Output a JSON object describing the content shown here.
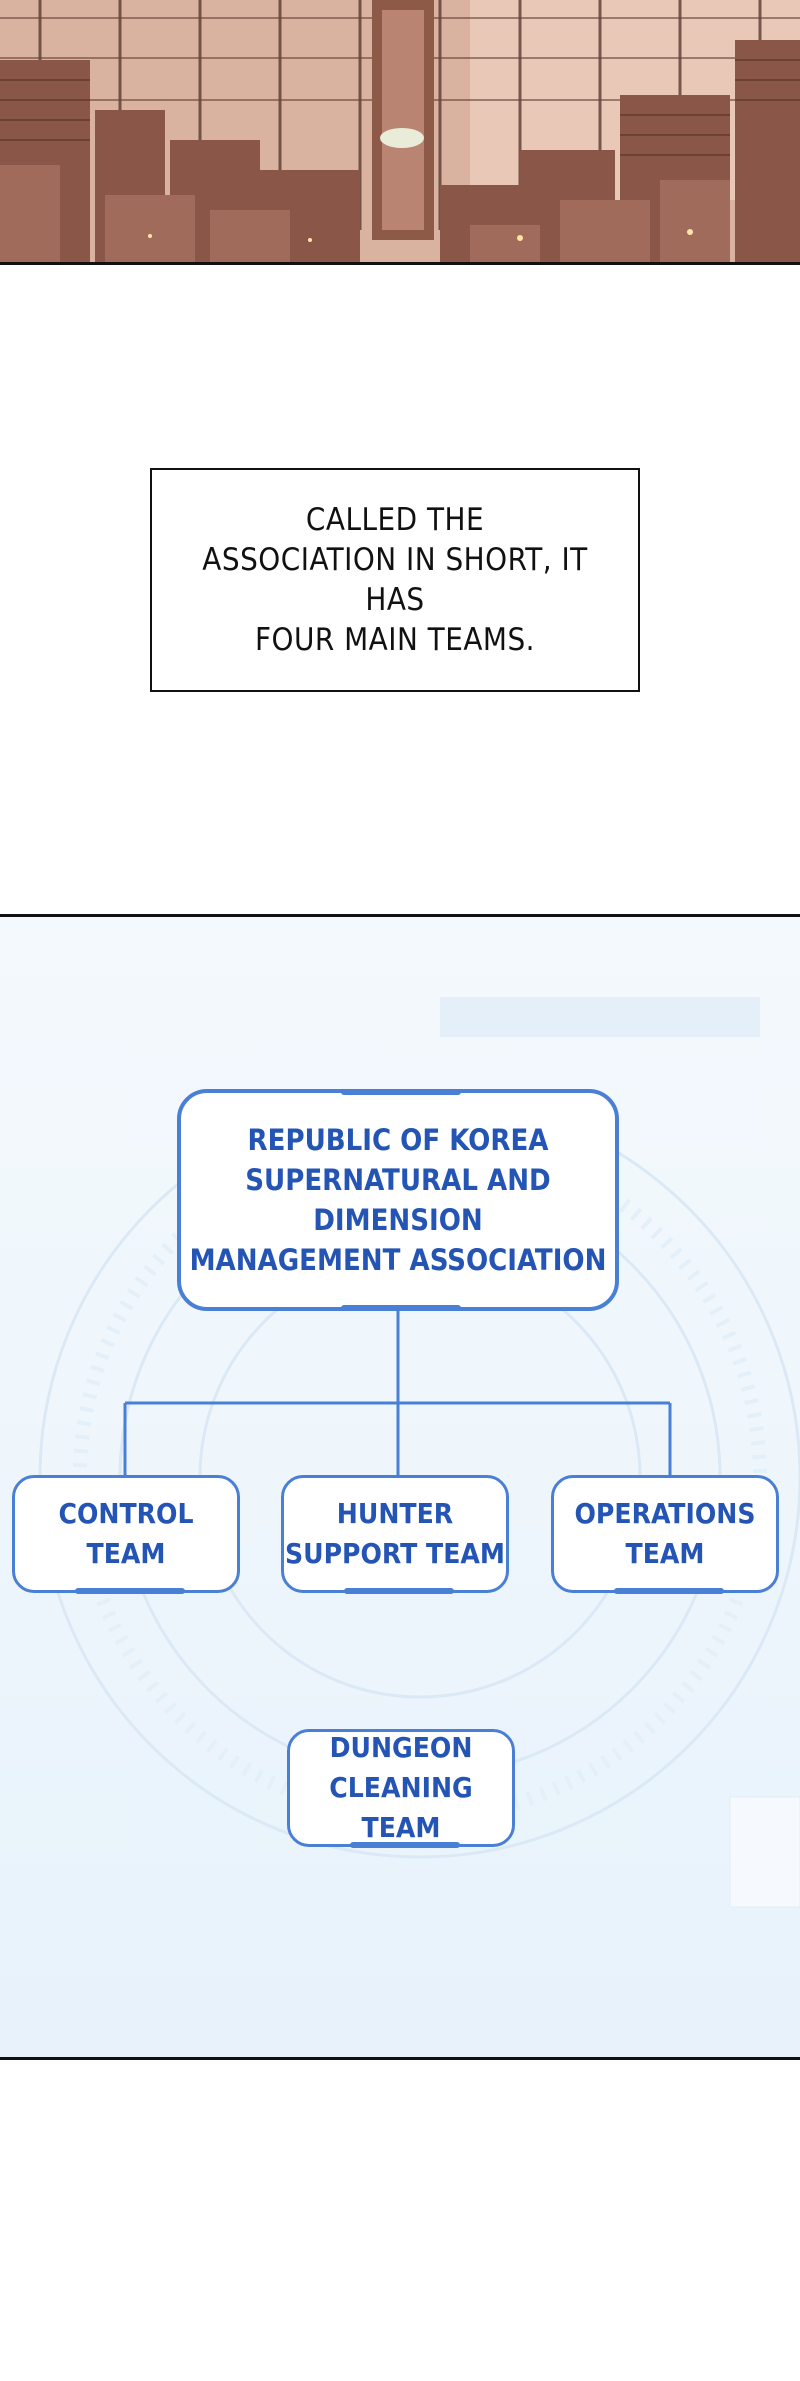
{
  "narration": {
    "text": "CALLED THE\nASSOCIATION IN SHORT, IT HAS\nFOUR MAIN TEAMS."
  },
  "org_chart": {
    "root": "REPUBLIC OF KOREA\nSUPERNATURAL AND DIMENSION\nMANAGEMENT ASSOCIATION",
    "teams": [
      "CONTROL TEAM",
      "HUNTER\nSUPPORT TEAM",
      "OPERATIONS\nTEAM",
      "DUNGEON\nCLEANING TEAM"
    ],
    "colors": {
      "box_border": "#4a7fd6",
      "box_text": "#2455b5",
      "connector": "#4a7fd6",
      "background": "#eef6fc"
    }
  }
}
